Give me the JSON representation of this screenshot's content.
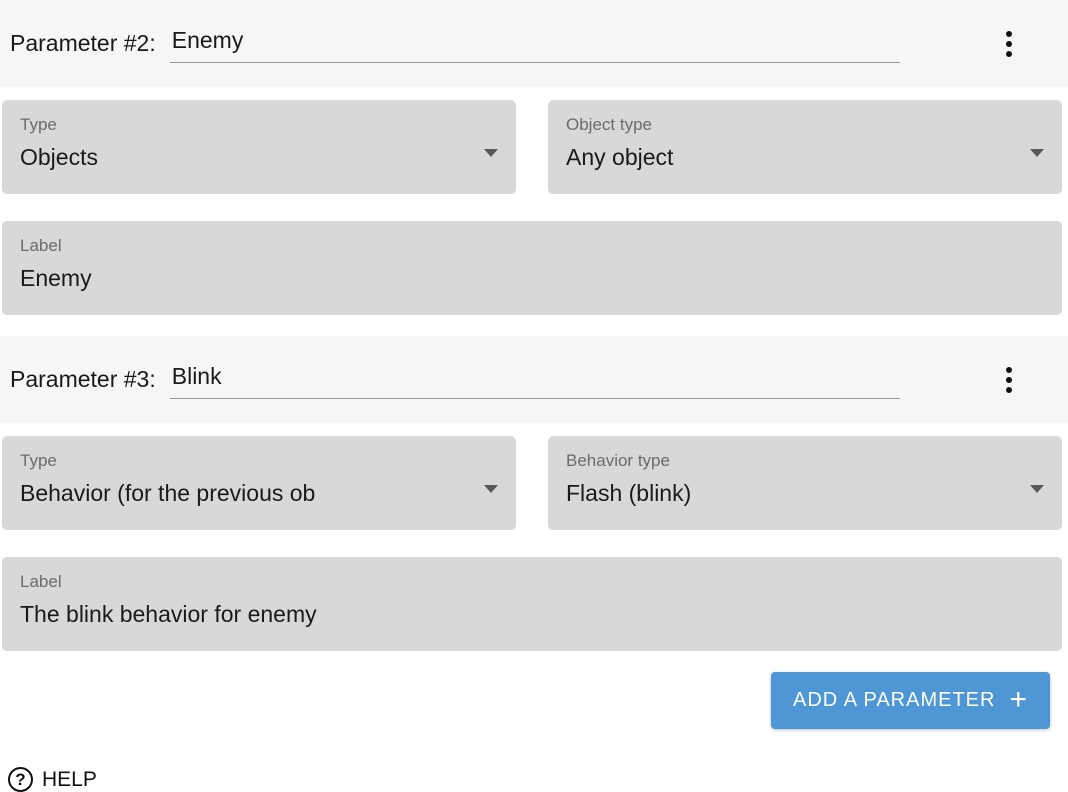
{
  "colors": {
    "header_bg": "#f6f6f6",
    "field_bg": "#d8d8d8",
    "button_bg": "#4e97d4",
    "button_text": "#ffffff"
  },
  "parameters": [
    {
      "header_label": "Parameter #2:",
      "name_value": "Enemy",
      "type_label": "Type",
      "type_value": "Objects",
      "secondary_label": "Object type",
      "secondary_value": "Any object",
      "label_label": "Label",
      "label_value": "Enemy"
    },
    {
      "header_label": "Parameter #3:",
      "name_value": "Blink",
      "type_label": "Type",
      "type_value": "Behavior (for the previous ob",
      "secondary_label": "Behavior type",
      "secondary_value": "Flash (blink)",
      "label_label": "Label",
      "label_value": "The blink behavior for enemy"
    }
  ],
  "add_button": {
    "label": "ADD A PARAMETER",
    "icon": "+"
  },
  "help": {
    "label": "HELP",
    "icon": "?"
  }
}
